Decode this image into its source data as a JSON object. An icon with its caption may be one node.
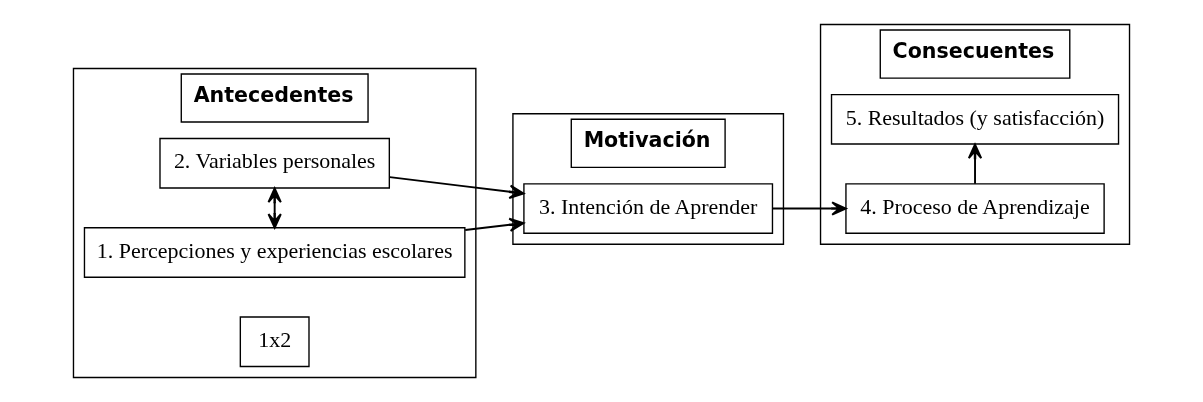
{
  "diagram": {
    "nodes": [
      {
        "text": [
          "Antecedentes"
        ]
      },
      {
        "text": [
          "Motivación"
        ]
      },
      {
        "text": [
          "Consecuentes"
        ]
      },
      {
        "text": [
          "1. Percepciones y experiencias escolares"
        ],
        "in": 0
      },
      {
        "text": [
          "2. Variables personales"
        ],
        "in": 0
      },
      {
        "text": [
          "1x2"
        ],
        "in": 0
      },
      {
        "text": [
          "3. Intención de Aprender"
        ],
        "in": 1
      },
      {
        "text": [
          "4. Proceso de Aprendizaje"
        ],
        "in": 2
      },
      {
        "text": [
          "5. Resultados (y satisfacción)"
        ],
        "in": 2
      }
    ],
    "edges": [
      {
        "from": 3,
        "to": 4,
        "arrow": "both"
      },
      {
        "from": 3,
        "to": 6,
        "arrow": "to"
      },
      {
        "from": 4,
        "to": 6,
        "arrow": "to"
      },
      {
        "from": 6,
        "to": 7,
        "arrow": "to"
      },
      {
        "from": 7,
        "to": 8,
        "arrow": "to"
      }
    ]
  }
}
